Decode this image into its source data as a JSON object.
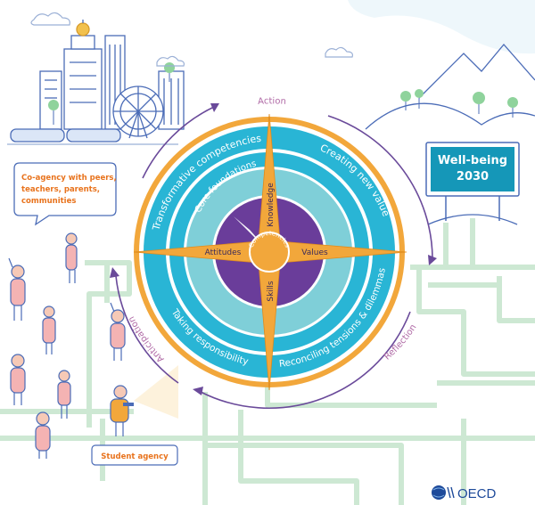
{
  "labels": {
    "action": "Action",
    "reflection": "Reflection",
    "anticipation": "Anticipation",
    "transformative": "Transformative competencies",
    "creating_value": "Creating new value",
    "taking_responsibility": "Taking responsibility",
    "reconciling": "Reconciling tensions & dilemmas",
    "core_foundations": "Core foundations",
    "knowledge": "Knowledge",
    "skills": "Skills",
    "attitudes": "Attitudes",
    "values": "Values",
    "competencies": "Competencies"
  },
  "signboard": {
    "line1": "Well-being",
    "line2": "2030"
  },
  "co_agency": {
    "line1": "Co-agency with peers,",
    "line2": "teachers, parents,",
    "line3": "communities"
  },
  "student_agency": "Student agency",
  "logo": {
    "text": "OECD"
  },
  "colors": {
    "outer_ring": "#29b5d5",
    "middle_ring": "#7fcfd8",
    "inner_ring": "#5bc3d4",
    "core": "#6a3d9a",
    "compass_points": "#f2a73b",
    "arrows": "#6a4a9a",
    "paths": "#cde8d3",
    "labels_purple": "#b06aa6",
    "orange_text": "#e8731d",
    "sign_bg": "#1597b8"
  }
}
